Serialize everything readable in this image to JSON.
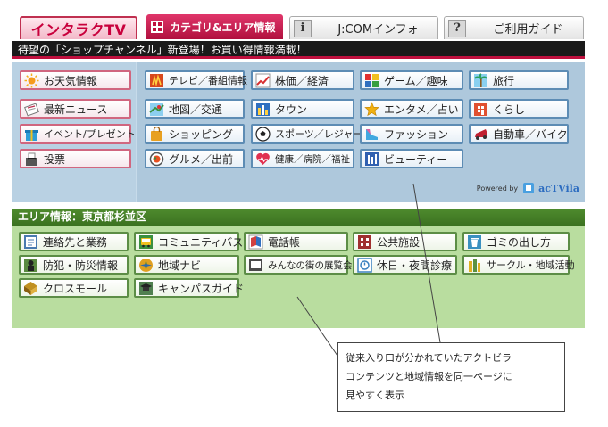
{
  "tabs": {
    "logo": "インタラクTV",
    "category": "カテゴリ&エリア情報",
    "jcom_badge": "i",
    "jcom": "J:COMインフォ",
    "guide_badge": "?",
    "guide": "ご利用ガイド"
  },
  "announcement": "待望の「ショップチャンネル」新登場！お買い得情報満載！",
  "categories": {
    "left": [
      {
        "label": "お天気情報",
        "icon": "sun-icon",
        "color": "#f59a1c"
      },
      {
        "label": "最新ニュース",
        "icon": "newspaper-icon",
        "color": "#8a8a8a"
      },
      {
        "label": "イベント/プレゼント",
        "icon": "gift-icon",
        "color": "#2d9ed8"
      },
      {
        "label": "投票",
        "icon": "ballot-box-icon",
        "color": "#555555"
      }
    ],
    "col2": [
      {
        "label": "テレビ／番組情報",
        "icon": "tv-icon",
        "color": "#d8481c"
      },
      {
        "label": "地図／交通",
        "icon": "map-icon",
        "color": "#48a0d8"
      },
      {
        "label": "ショッピング",
        "icon": "shopping-bag-icon",
        "color": "#e8a020"
      },
      {
        "label": "グルメ／出前",
        "icon": "food-icon",
        "color": "#e85020"
      }
    ],
    "col3": [
      {
        "label": "株価／経済",
        "icon": "stock-chart-icon",
        "color": "#d83030"
      },
      {
        "label": "タウン",
        "icon": "town-icon",
        "color": "#3070c0"
      },
      {
        "label": "スポーツ／レジャー",
        "icon": "soccer-ball-icon",
        "color": "#333333"
      },
      {
        "label": "健康／病院／福祉",
        "icon": "heart-icon",
        "color": "#e03050"
      }
    ],
    "col4": [
      {
        "label": "ゲーム／趣味",
        "icon": "game-icon",
        "color": "#38a040"
      },
      {
        "label": "エンタメ／占い",
        "icon": "star-icon",
        "color": "#f0b010"
      },
      {
        "label": "ファッション",
        "icon": "shoe-icon",
        "color": "#40a8e0"
      },
      {
        "label": "ビューティー",
        "icon": "beauty-icon",
        "color": "#3060b0"
      }
    ],
    "col5": [
      {
        "label": "旅行",
        "icon": "palm-tree-icon",
        "color": "#28a060"
      },
      {
        "label": "くらし",
        "icon": "house-icon",
        "color": "#e05030"
      },
      {
        "label": "自動車／バイク",
        "icon": "car-icon",
        "color": "#c02030"
      }
    ]
  },
  "powered_by": "Powered by",
  "powered_brand": "acTVila",
  "area": {
    "title": "エリア情報：東京都杉並区",
    "rows": [
      [
        {
          "label": "連絡先と業務",
          "icon": "contact-icon",
          "color": "#4a7ab0"
        },
        {
          "label": "コミュニティバス",
          "icon": "bus-icon",
          "color": "#3a9040"
        },
        {
          "label": "電話帳",
          "icon": "phonebook-icon",
          "color": "#d04040"
        },
        {
          "label": "公共施設",
          "icon": "facility-icon",
          "color": "#a03030"
        },
        {
          "label": "ゴミの出し方",
          "icon": "trash-icon",
          "color": "#3a90c0"
        }
      ],
      [
        {
          "label": "防犯・防災情報",
          "icon": "safety-icon",
          "color": "#5a8a40"
        },
        {
          "label": "地域ナビ",
          "icon": "navi-icon",
          "color": "#e0a020"
        },
        {
          "label": "みんなの街の展覧会",
          "icon": "exhibition-icon",
          "color": "#4a4a4a"
        },
        {
          "label": "休日・夜間診療",
          "icon": "medical-icon",
          "color": "#3a80c0"
        },
        {
          "label": "サークル・地域活動",
          "icon": "circle-activity-icon",
          "color": "#e0b020"
        }
      ],
      [
        {
          "label": "クロスモール",
          "icon": "cross-mall-icon",
          "color": "#c09020"
        },
        {
          "label": "キャンパスガイド",
          "icon": "campus-icon",
          "color": "#508050"
        }
      ]
    ]
  },
  "callout": {
    "line1": "従来入り口が分かれていたアクトビラ",
    "line2": "コンテンツと地域情報を同一ページに",
    "line3": "見やすく表示"
  }
}
